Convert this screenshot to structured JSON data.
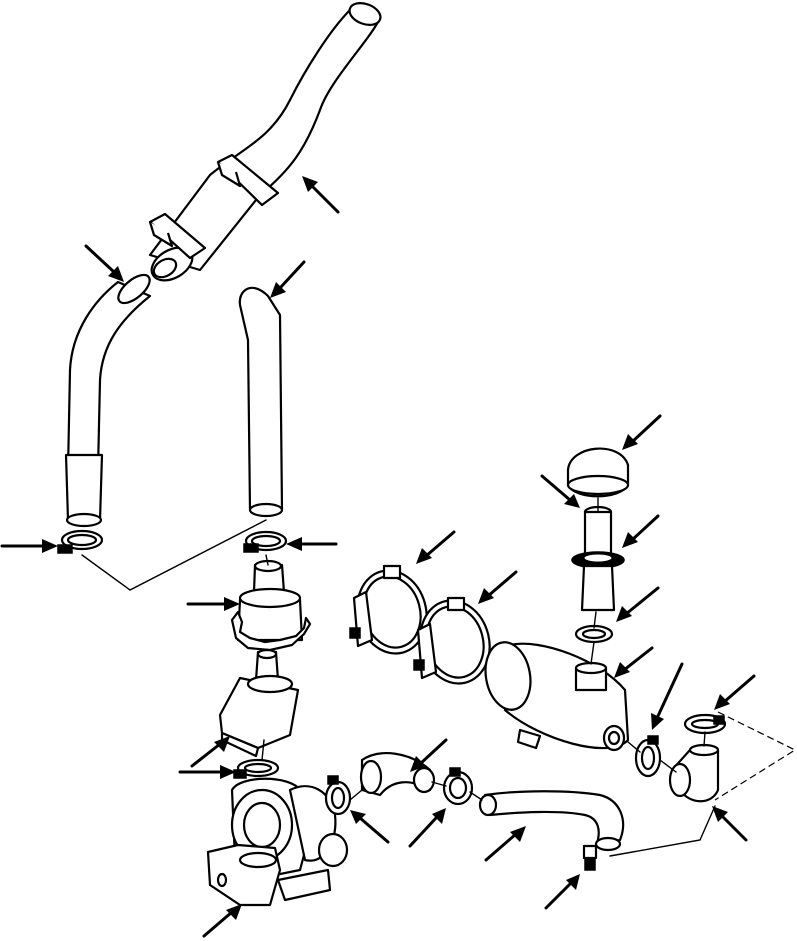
{
  "figure": {
    "description_text": "",
    "colors": {
      "line": "#000000",
      "background": "#ffffff"
    },
    "parts": [
      {
        "id": "exhaust-tail-pipe"
      },
      {
        "id": "exhaust-elbow-pipe"
      },
      {
        "id": "exhaust-stack"
      },
      {
        "id": "exhaust-clamp-left"
      },
      {
        "id": "exhaust-clamp-right"
      },
      {
        "id": "muffler-adapter"
      },
      {
        "id": "muffler"
      },
      {
        "id": "turbo-clamp"
      },
      {
        "id": "turbocharger"
      },
      {
        "id": "air-cleaner-mounting-band-front"
      },
      {
        "id": "air-cleaner-mounting-band-rear"
      },
      {
        "id": "precleaner-cap"
      },
      {
        "id": "intake-tube"
      },
      {
        "id": "intake-seal"
      },
      {
        "id": "intake-tube-clamp"
      },
      {
        "id": "air-cleaner"
      },
      {
        "id": "outlet-clamp"
      },
      {
        "id": "outlet-elbow"
      },
      {
        "id": "elbow-clamp"
      },
      {
        "id": "intake-hose-elbow"
      },
      {
        "id": "hose-clamp-left"
      },
      {
        "id": "hose-clamp-right"
      },
      {
        "id": "intake-pipe"
      },
      {
        "id": "restriction-indicator"
      }
    ]
  }
}
